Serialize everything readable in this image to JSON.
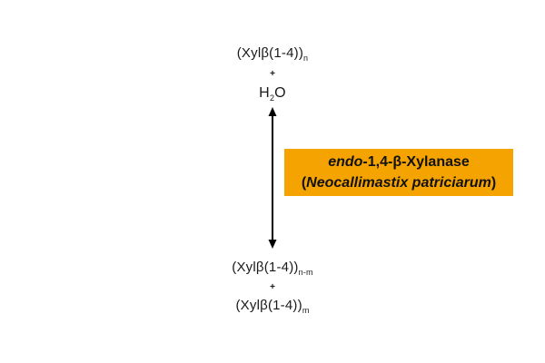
{
  "reactants": {
    "polymer_base": "(Xylβ(1-4))",
    "polymer_subscript": "n",
    "plus": "+",
    "water_h": "H",
    "water_sub": "2",
    "water_o": "O"
  },
  "enzyme": {
    "prefix_italic": "endo",
    "name": "-1,4-β-Xylanase",
    "organism_open": "(",
    "organism": "Neocallimastix patriciarum",
    "organism_close": ")",
    "box_color": "#f5a300"
  },
  "products": {
    "product1_base": "(Xylβ(1-4))",
    "product1_subscript": "n-m",
    "plus": "+",
    "product2_base": "(Xylβ(1-4))",
    "product2_subscript": "m"
  },
  "arrow": {
    "type": "double-headed-vertical",
    "color": "#000000"
  }
}
